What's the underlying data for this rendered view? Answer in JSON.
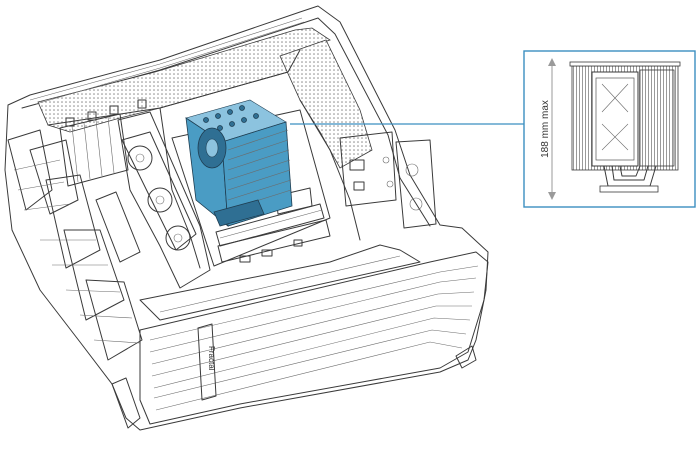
{
  "callout": {
    "dimension_label": "188 mm max",
    "colors": {
      "frame": "#3b8fc0",
      "cooler": "#4a9cc4",
      "line_art": "#3a3a3a"
    }
  },
  "case": {
    "brand_logo_text": "Fractal"
  },
  "icons": [
    "cpu-cooler-heatsink",
    "pc-case-chassis",
    "graphics-card",
    "motherboard"
  ]
}
